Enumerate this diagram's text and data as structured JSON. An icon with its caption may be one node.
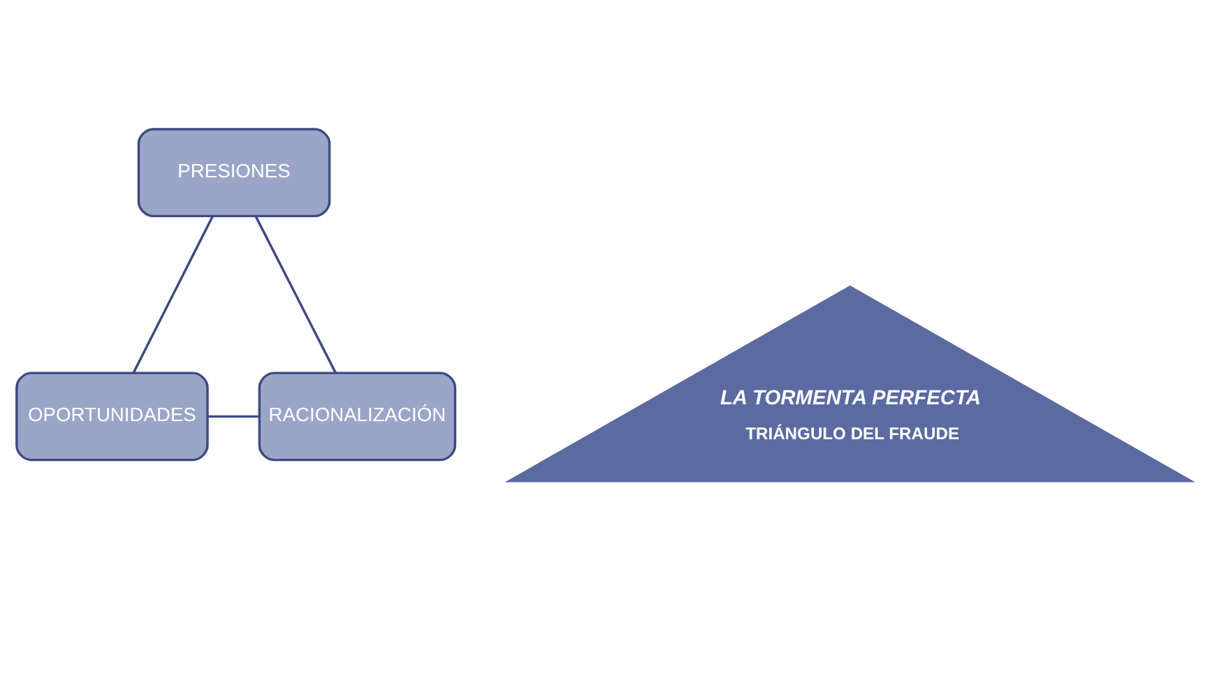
{
  "diagram": {
    "nodes": [
      {
        "text": [
          "PRESIONES"
        ]
      },
      {
        "text": [
          "LA TORMENTA PERFECTA",
          "TRIÁNGULO DEL FRAUDE"
        ]
      },
      {
        "text": [
          "OPORTUNIDADES"
        ]
      },
      {
        "text": [
          "RACIONALIZACIÓN"
        ]
      }
    ],
    "edges": [
      {
        "from": 0,
        "to": 2,
        "arrow": "none"
      },
      {
        "from": 0,
        "to": 3,
        "arrow": "none"
      },
      {
        "from": 2,
        "to": 3,
        "arrow": "none"
      }
    ]
  }
}
